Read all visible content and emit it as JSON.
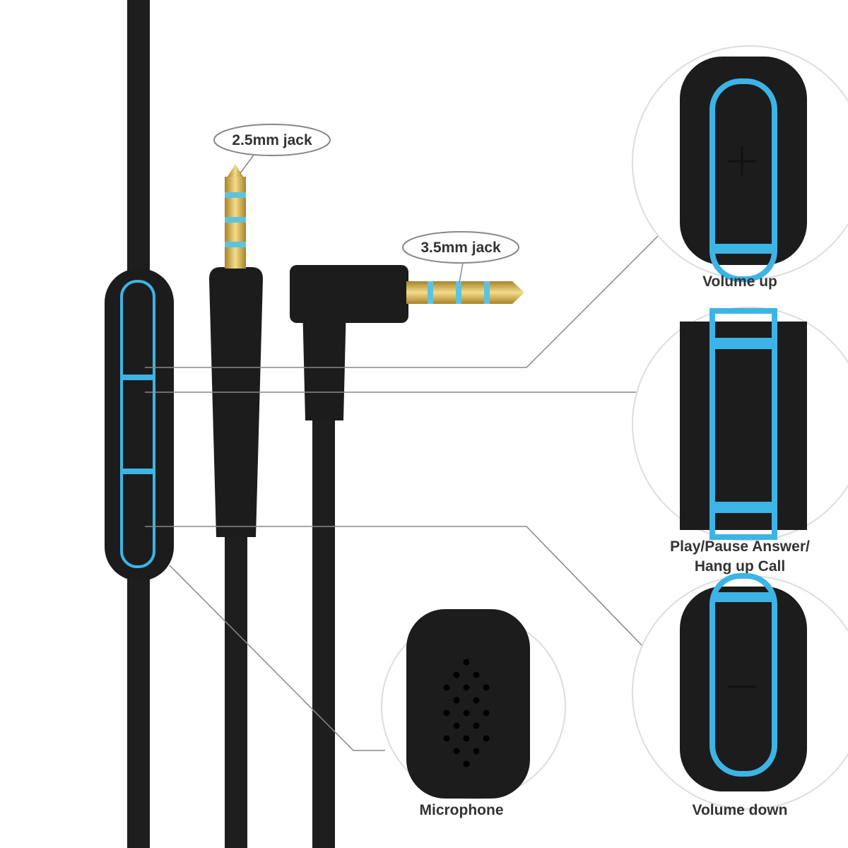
{
  "labels": {
    "jack_25": "2.5mm jack",
    "jack_35": "3.5mm jack",
    "volume_up": "Volume up",
    "play_pause_line1": "Play/Pause Answer/",
    "play_pause_line2": "Hang up Call",
    "microphone": "Microphone",
    "volume_down": "Volume down"
  },
  "colors": {
    "cable": "#1c1c1c",
    "accent_blue": "#3cb4e6",
    "gold": "#d8b250",
    "callout_line": "#888888"
  }
}
